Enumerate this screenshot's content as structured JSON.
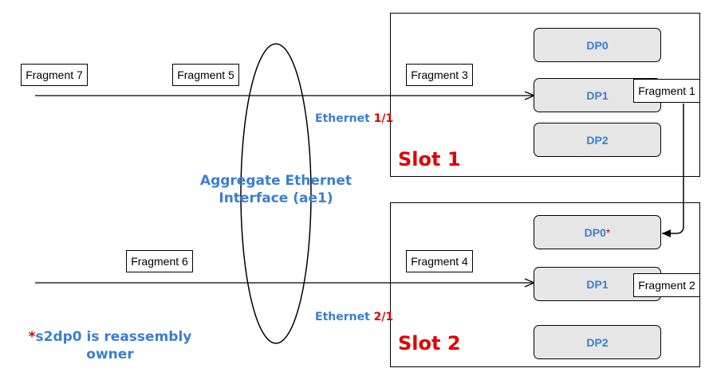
{
  "fragments": {
    "f7": "Fragment 7",
    "f5": "Fragment 5",
    "f3": "Fragment 3",
    "f1": "Fragment 1",
    "f6": "Fragment 6",
    "f4": "Fragment 4",
    "f2": "Fragment 2"
  },
  "slot1": {
    "label": "Slot 1",
    "dp0": "DP0",
    "dp1": "DP1",
    "dp2": "DP2"
  },
  "slot2": {
    "label": "Slot 2",
    "dp0": "DP0",
    "dp0_marker": "*",
    "dp1": "DP1",
    "dp2": "DP2"
  },
  "interfaces": {
    "eth1_prefix": "Ethernet ",
    "eth1_num": "1/1",
    "eth2_prefix": "Ethernet ",
    "eth2_num": "2/1"
  },
  "aggregate": {
    "line1": "Aggregate Ethernet",
    "line2": "Interface (ae1)"
  },
  "note": {
    "marker": "*",
    "line1": "s2dp0 is reassembly",
    "line2": "owner"
  },
  "colors": {
    "accent_blue": "#3b7ed2",
    "accent_red": "#e00000",
    "dp_fill": "#e6e6e6"
  }
}
